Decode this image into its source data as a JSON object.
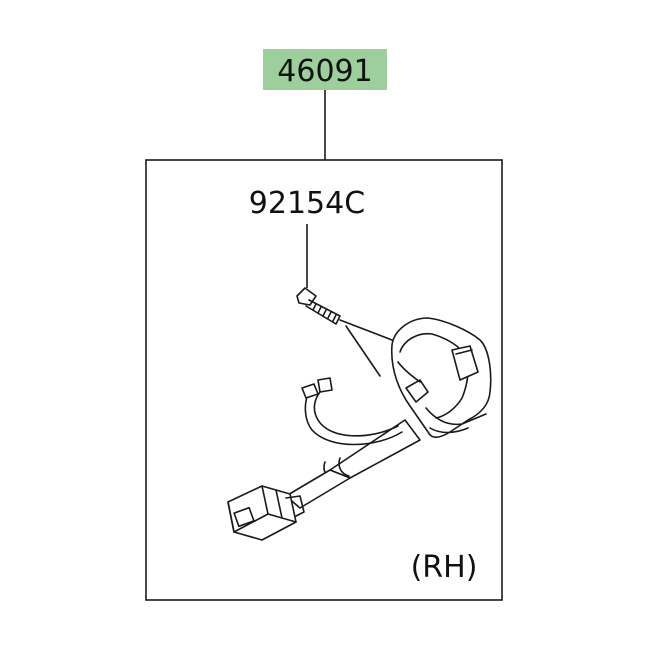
{
  "main_part": {
    "number": "46091",
    "highlight_color": "#9ccf9c"
  },
  "sub_part": {
    "number": "92154C"
  },
  "side_note": "(RH)",
  "icons": [
    "handlebar-switch-assembly-drawing",
    "bolt-drawing",
    "connector-drawing"
  ]
}
